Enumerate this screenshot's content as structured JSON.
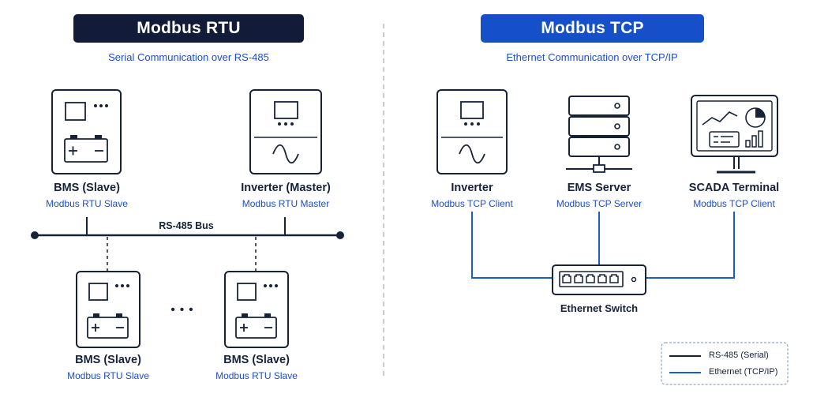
{
  "left": {
    "title": "Modbus RTU",
    "subtitle": "Serial Communication over RS-485",
    "bus_label": "RS-485 Bus",
    "ellipsis": "• • •",
    "devices": [
      {
        "name": "BMS (Slave)",
        "role": "Modbus RTU Slave"
      },
      {
        "name": "Inverter (Master)",
        "role": "Modbus RTU Master"
      },
      {
        "name": "BMS (Slave)",
        "role": "Modbus RTU Slave"
      },
      {
        "name": "BMS (Slave)",
        "role": "Modbus RTU Slave"
      }
    ]
  },
  "right": {
    "title": "Modbus TCP",
    "subtitle": "Ethernet Communication over TCP/IP",
    "switch_label": "Ethernet Switch",
    "devices": [
      {
        "name": "Inverter",
        "role": "Modbus TCP Client"
      },
      {
        "name": "EMS Server",
        "role": "Modbus TCP Server"
      },
      {
        "name": "SCADA Terminal",
        "role": "Modbus TCP Client"
      }
    ]
  },
  "legend": {
    "items": [
      {
        "label": "RS-485 (Serial)",
        "color": "#152238"
      },
      {
        "label": "Ethernet (TCP/IP)",
        "color": "#1d5bd6"
      }
    ]
  },
  "colors": {
    "navy": "#152238",
    "blue": "#1d5bd6",
    "pill_left": "#121c38",
    "pill_right": "#1650c9",
    "subtitle": "#1d4fc2"
  }
}
